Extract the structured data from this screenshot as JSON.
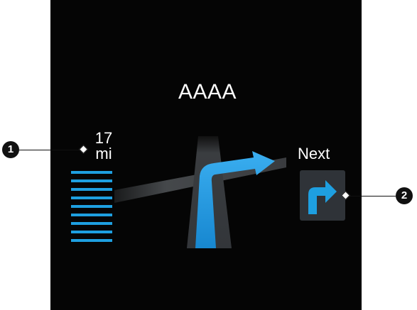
{
  "display": {
    "street_name": "AAAA",
    "distance_value": "17",
    "distance_unit": "mi",
    "distance_bar_segments": 9,
    "next_label": "Next",
    "next_maneuver_icon": "turn-right-arrow-icon",
    "route_color": "#1e9fe0",
    "background_color": "#050505"
  },
  "callouts": {
    "one": "1",
    "two": "2"
  }
}
